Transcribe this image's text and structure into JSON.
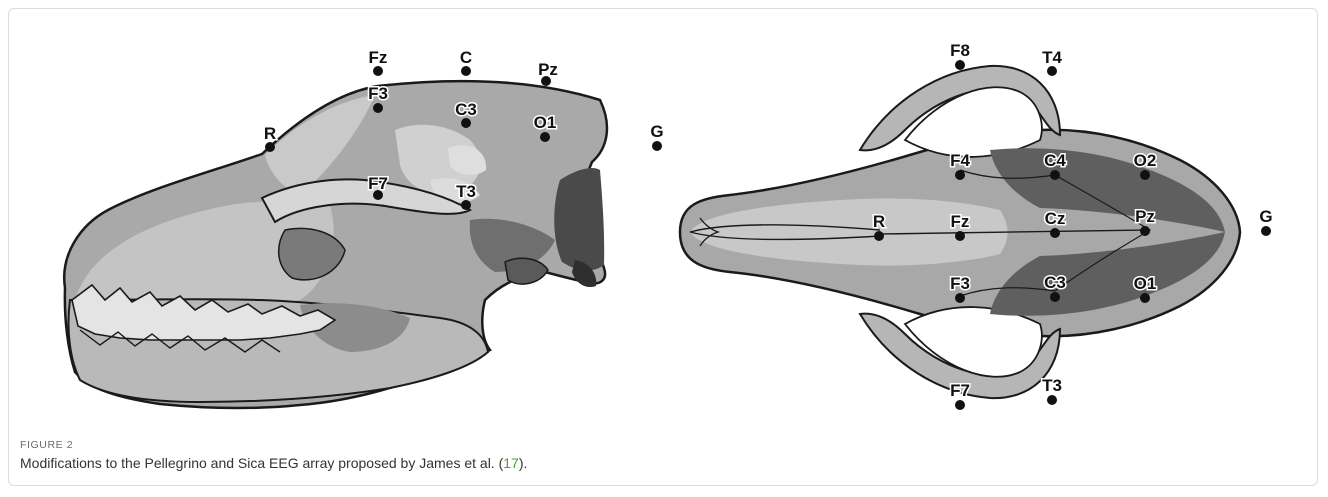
{
  "figure": {
    "label": "FIGURE 2",
    "caption_before": "Modifications to the Pellegrino and Sica EEG array proposed by James et al. (",
    "caption_ref": "17",
    "caption_after": ")."
  },
  "lateral_view": {
    "electrodes": [
      "Fz",
      "C",
      "Pz",
      "F3",
      "C3",
      "O1",
      "R",
      "G",
      "F7",
      "T3"
    ]
  },
  "dorsal_view": {
    "electrodes": [
      "F8",
      "T4",
      "F4",
      "C4",
      "O2",
      "R",
      "Fz",
      "Cz",
      "Pz",
      "G",
      "F3",
      "C3",
      "O1",
      "F7",
      "T3"
    ]
  },
  "colors": {
    "citation": "#4aa02c",
    "electrode": "#111111"
  }
}
